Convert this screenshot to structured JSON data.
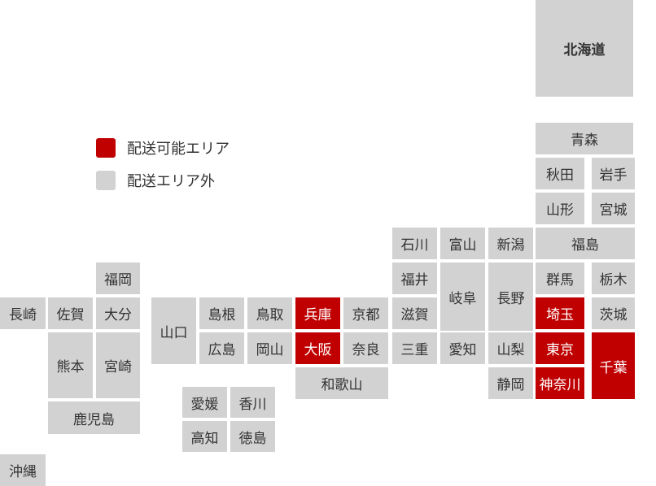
{
  "colors": {
    "available": "#c00000",
    "unavailable": "#d2d2d2",
    "text": "#333333"
  },
  "legend": [
    {
      "label": "配送可能エリア",
      "status": "available"
    },
    {
      "label": "配送エリア外",
      "status": "unavailable"
    }
  ],
  "prefectures": [
    {
      "name": "北海道",
      "delivery": false
    },
    {
      "name": "青森",
      "delivery": false
    },
    {
      "name": "秋田",
      "delivery": false
    },
    {
      "name": "岩手",
      "delivery": false
    },
    {
      "name": "山形",
      "delivery": false
    },
    {
      "name": "宮城",
      "delivery": false
    },
    {
      "name": "石川",
      "delivery": false
    },
    {
      "name": "富山",
      "delivery": false
    },
    {
      "name": "新潟",
      "delivery": false
    },
    {
      "name": "福島",
      "delivery": false
    },
    {
      "name": "福岡",
      "delivery": false
    },
    {
      "name": "福井",
      "delivery": false
    },
    {
      "name": "岐阜",
      "delivery": false
    },
    {
      "name": "長野",
      "delivery": false
    },
    {
      "name": "群馬",
      "delivery": false
    },
    {
      "name": "栃木",
      "delivery": false
    },
    {
      "name": "長崎",
      "delivery": false
    },
    {
      "name": "佐賀",
      "delivery": false
    },
    {
      "name": "大分",
      "delivery": false
    },
    {
      "name": "山口",
      "delivery": false
    },
    {
      "name": "島根",
      "delivery": false
    },
    {
      "name": "鳥取",
      "delivery": false
    },
    {
      "name": "兵庫",
      "delivery": true
    },
    {
      "name": "京都",
      "delivery": false
    },
    {
      "name": "滋賀",
      "delivery": false
    },
    {
      "name": "埼玉",
      "delivery": true
    },
    {
      "name": "茨城",
      "delivery": false
    },
    {
      "name": "熊本",
      "delivery": false
    },
    {
      "name": "宮崎",
      "delivery": false
    },
    {
      "name": "広島",
      "delivery": false
    },
    {
      "name": "岡山",
      "delivery": false
    },
    {
      "name": "大阪",
      "delivery": true
    },
    {
      "name": "奈良",
      "delivery": false
    },
    {
      "name": "三重",
      "delivery": false
    },
    {
      "name": "愛知",
      "delivery": false
    },
    {
      "name": "山梨",
      "delivery": false
    },
    {
      "name": "東京",
      "delivery": true
    },
    {
      "name": "千葉",
      "delivery": true
    },
    {
      "name": "和歌山",
      "delivery": false
    },
    {
      "name": "静岡",
      "delivery": false
    },
    {
      "name": "神奈川",
      "delivery": true
    },
    {
      "name": "愛媛",
      "delivery": false
    },
    {
      "name": "香川",
      "delivery": false
    },
    {
      "name": "鹿児島",
      "delivery": false
    },
    {
      "name": "高知",
      "delivery": false
    },
    {
      "name": "徳島",
      "delivery": false
    },
    {
      "name": "沖縄",
      "delivery": false
    }
  ]
}
